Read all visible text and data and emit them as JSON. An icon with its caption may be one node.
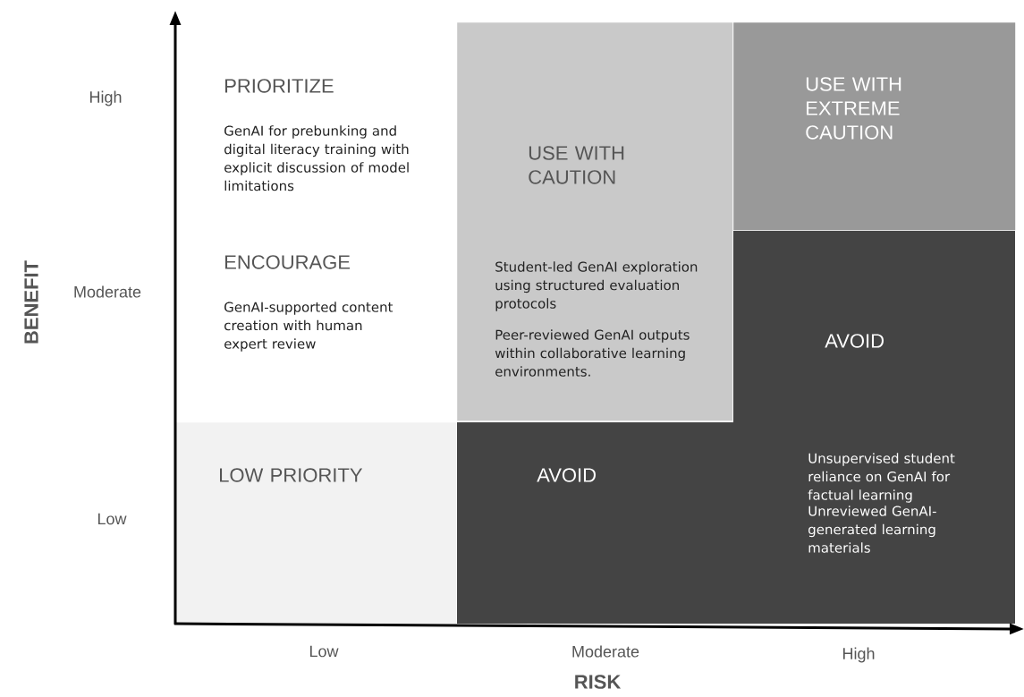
{
  "diagram": {
    "nodes": [
      {
        "text": [
          "PRIORITIZE",
          "GenAI for prebunking and digital literacy training with explicit discussion of model limitations"
        ]
      },
      {
        "text": [
          "ENCOURAGE",
          "GenAI-supported content creation with human expert review"
        ]
      },
      {
        "text": [
          "USE WITH CAUTION",
          "Student-led GenAI exploration using structured evaluation protocols",
          "Peer-reviewed GenAI outputs within collaborative learning environments."
        ]
      },
      {
        "text": [
          "USE WITH EXTREME CAUTION"
        ]
      },
      {
        "text": [
          "LOW PRIORITY"
        ]
      },
      {
        "text": [
          "AVOID",
          "AVOID",
          "Unsupervised student reliance on GenAI for factual learning",
          "Unreviewed GenAI-generated learning materials"
        ]
      }
    ],
    "edges": [],
    "labels": [
      "High",
      "Moderate",
      "BENEFIT",
      "Low",
      "Low",
      "Moderate",
      "High",
      "RISK"
    ]
  }
}
